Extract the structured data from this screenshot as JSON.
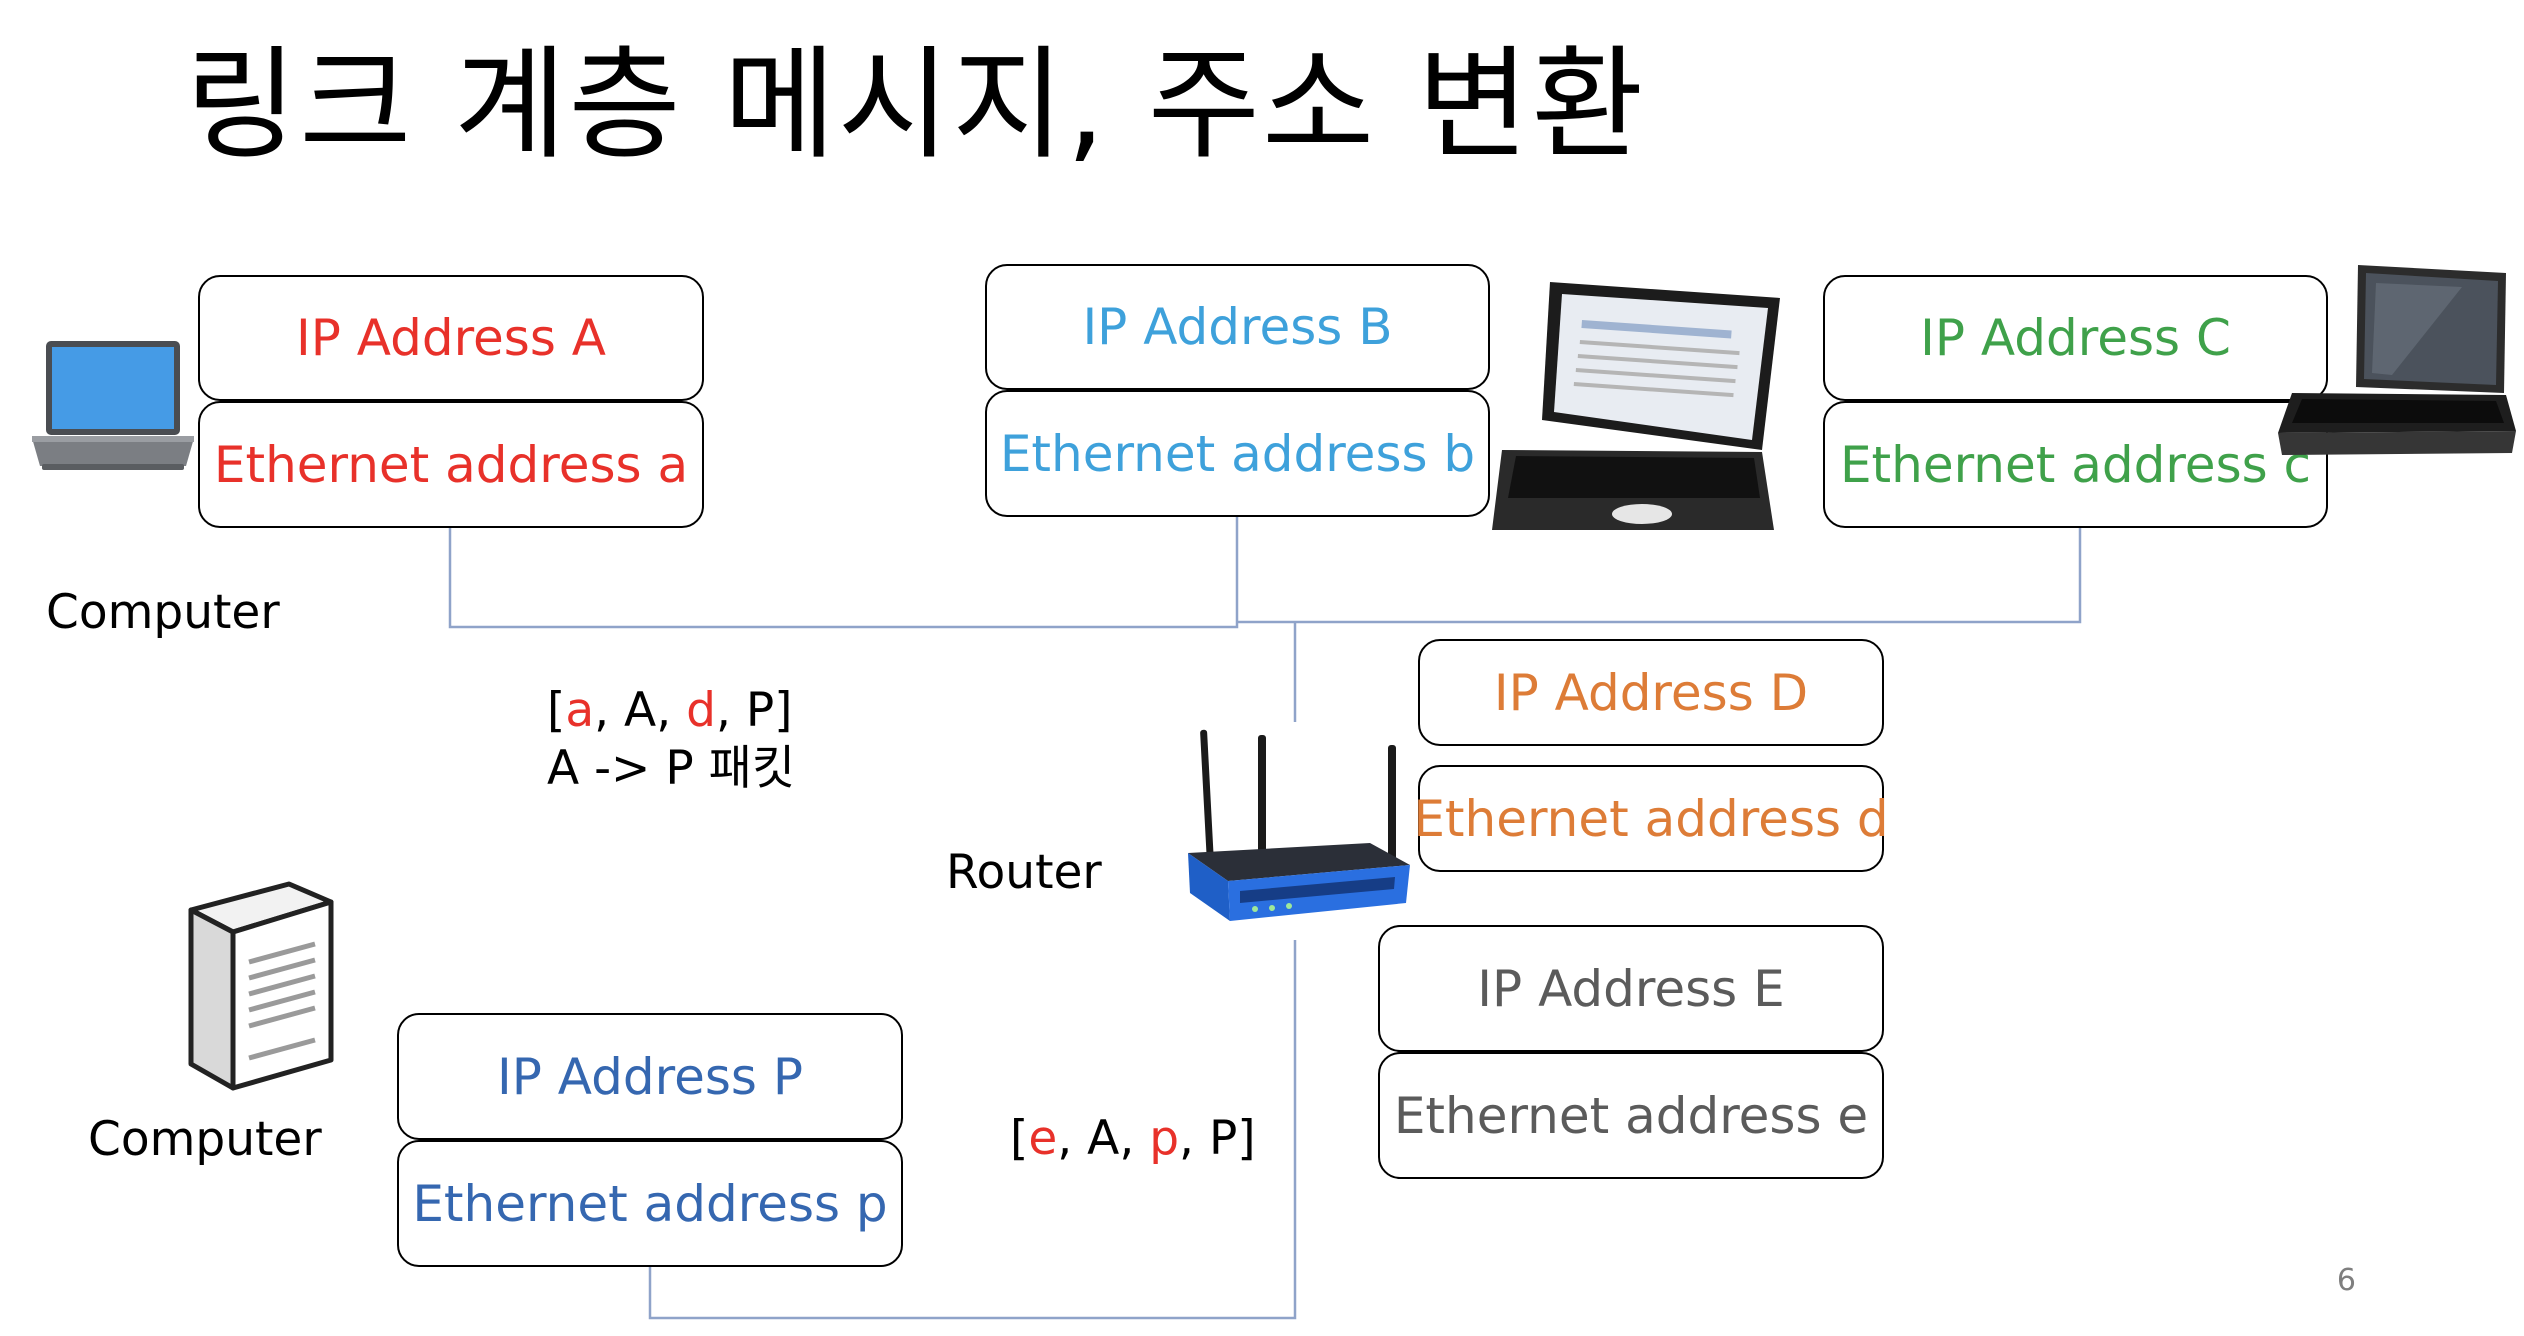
{
  "title": "링크 계층 메시지, 주소 변환",
  "colors": {
    "red": "#e8312a",
    "lightblue": "#3ea1db",
    "green": "#3fa14a",
    "orange": "#dd7c37",
    "gray": "#5b5b5b",
    "blue": "#3567b0",
    "line": "#8fa3c9"
  },
  "nodes": {
    "a": {
      "ip": "IP Address A",
      "eth": "Ethernet address a"
    },
    "b": {
      "ip": "IP Address B",
      "eth": "Ethernet address b"
    },
    "c": {
      "ip": "IP Address C",
      "eth": "Ethernet address c"
    },
    "d": {
      "ip": "IP Address D",
      "eth": "Ethernet address d"
    },
    "e": {
      "ip": "IP Address E",
      "eth": "Ethernet address e"
    },
    "p": {
      "ip": "IP Address P",
      "eth": "Ethernet address p"
    }
  },
  "labels": {
    "computer_top": "Computer",
    "computer_bottom": "Computer",
    "router": "Router"
  },
  "frame1": {
    "open": "[",
    "f1": "a",
    "sep1": ", ",
    "f2": "A",
    "sep2": ", ",
    "f3": "d",
    "sep3": ", ",
    "f4": "P",
    "close": "]",
    "line2": "A -> P 패킷"
  },
  "frame2": {
    "open": "[",
    "f1": "e",
    "sep1": ", ",
    "f2": "A",
    "sep2": ", ",
    "f3": "p",
    "sep3": ", ",
    "f4": "P",
    "close": "]"
  },
  "page_number": "6",
  "icons": [
    "laptop-icon",
    "laptop-icon",
    "laptop-icon",
    "router-icon",
    "server-icon"
  ]
}
